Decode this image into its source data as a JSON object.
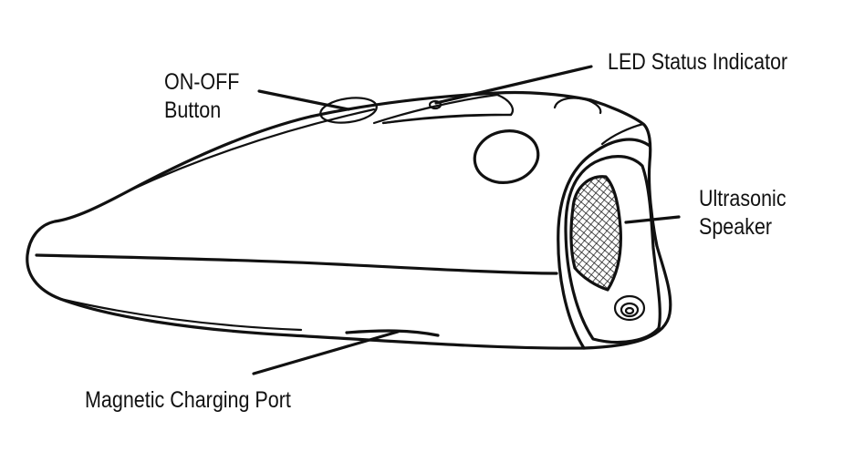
{
  "labels": {
    "on_off_line1": "ON-OFF",
    "on_off_line2": "Button",
    "led": "LED Status Indicator",
    "speaker_line1": "Ultrasonic",
    "speaker_line2": "Speaker",
    "charging": "Magnetic Charging Port"
  },
  "colors": {
    "ink": "#111111",
    "background": "#ffffff"
  }
}
